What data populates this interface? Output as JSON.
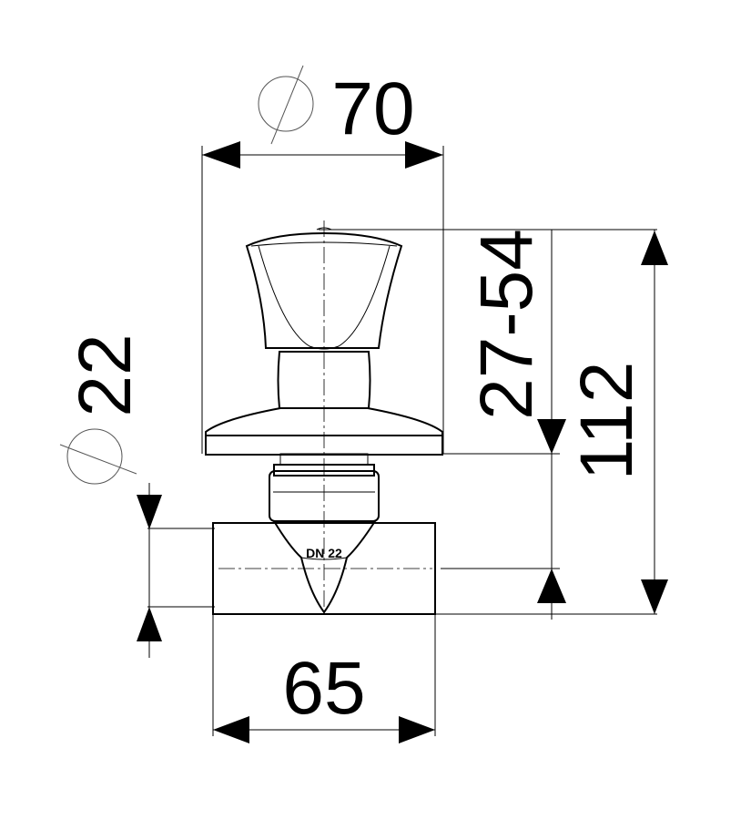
{
  "dimensions": {
    "diameter_top": {
      "symbol": "⌀",
      "value": "70"
    },
    "diameter_left": {
      "symbol": "⌀",
      "value": "22"
    },
    "height_range": "27-54",
    "total_height": "112",
    "bottom_width": "65"
  },
  "marking": "DN 22",
  "colors": {
    "line": "#000000",
    "background": "#ffffff",
    "symbol": "#555555"
  }
}
